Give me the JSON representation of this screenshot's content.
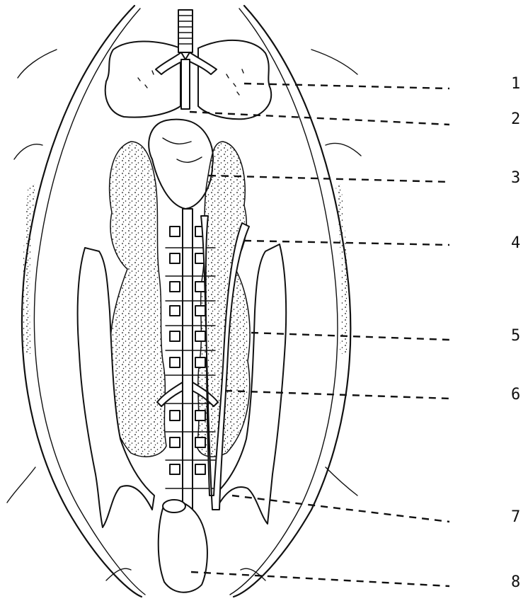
{
  "labels": [
    {
      "number": "1"
    },
    {
      "number": "2"
    },
    {
      "number": "3"
    },
    {
      "number": "4"
    },
    {
      "number": "5"
    },
    {
      "number": "6"
    },
    {
      "number": "7"
    },
    {
      "number": "8"
    }
  ]
}
